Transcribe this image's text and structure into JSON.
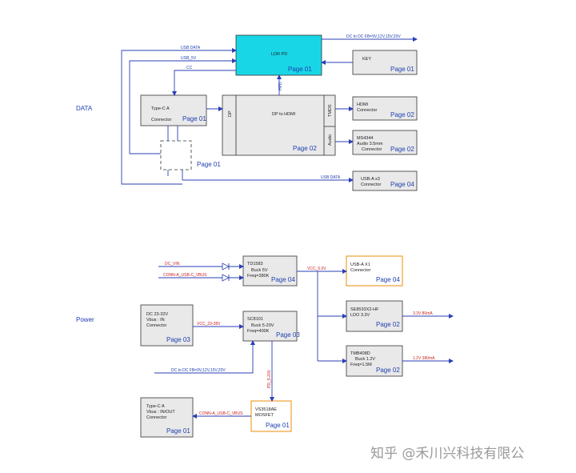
{
  "sections": {
    "data": "DATA",
    "power": "Power"
  },
  "page_labels": {
    "p01": "Page 01",
    "p02": "Page 02",
    "p03": "Page 03",
    "p04": "Page 04"
  },
  "data_blocks": {
    "ldr": "LDR PD",
    "key": "KEY",
    "typec_title": "Type-C A",
    "typec_sub": "Connector",
    "dp_hdmi": "DP to  HDMI",
    "dp_port": "DP",
    "hpd": "HPD",
    "tmds": "TMDS",
    "audio": "Audio",
    "hdmi_title": "HDMI",
    "hdmi_sub": "Connector",
    "ms_title": "MS4344",
    "ms_sub1": "Audio 3.5mm",
    "ms_sub2": "Connector",
    "usba_title": "USB-A x3",
    "usba_sub": "Connector"
  },
  "data_nets": {
    "dc_fb": "DC to DC FB=9V,12V,15V,20V",
    "usb_data": "USB DATA",
    "usb_5v": "USB_5V",
    "cc": "CC",
    "usb_data2": "USB DATA"
  },
  "power_blocks": {
    "td_title": "TD1583",
    "td_sub1": "Buck 5V",
    "td_sub2": "Freq=380K",
    "sc_title": "SC8101",
    "sc_sub1": "Buck 5-20V",
    "sc_sub2": "Freq=400K",
    "dc_in_title": "DC 23-32V",
    "dc_in_sub1": "Vbus : IN",
    "dc_in_sub2": "Connector",
    "usba1_title": "USB-A X1",
    "usba1_sub": "Connector",
    "se_title": "SE8533X2-HF",
    "se_sub": "LDO   3.3V",
    "tmb_title": "TMB408D",
    "tmb_sub1": "Buck 1.2V",
    "tmb_sub2": "Freq=1.5M",
    "vs_title": "VS3518AE",
    "vs_sub": "MOSFET",
    "tco_title": "Type-C A",
    "tco_sub1": "Vbus : IN/OUT",
    "tco_sub2": "Connector"
  },
  "power_nets": {
    "dc_vin": "DC_VIN",
    "conn_a_vbus": "CONN-A_USB-C_VBUS",
    "vcc_5v": "VCC_5.0V",
    "vcc_in": "VCC_23-28V",
    "fb": "DC to DC FB=9V,12V,15V,20V",
    "pd_5": "PD_5-20V",
    "conn_a_vbus2": "CONN-A_USB-C_VBUS",
    "v33": "3.3V 80mA",
    "v12": "1.2V 380mA"
  },
  "colors": {
    "wire": "#2a3fb5",
    "power_net": "#cc2020",
    "ldr_fill": "#19d6e6",
    "orange_box": "#f0a030",
    "box_fill": "#e9e9e9"
  },
  "watermark": "知乎 @禾川兴科技有限公"
}
